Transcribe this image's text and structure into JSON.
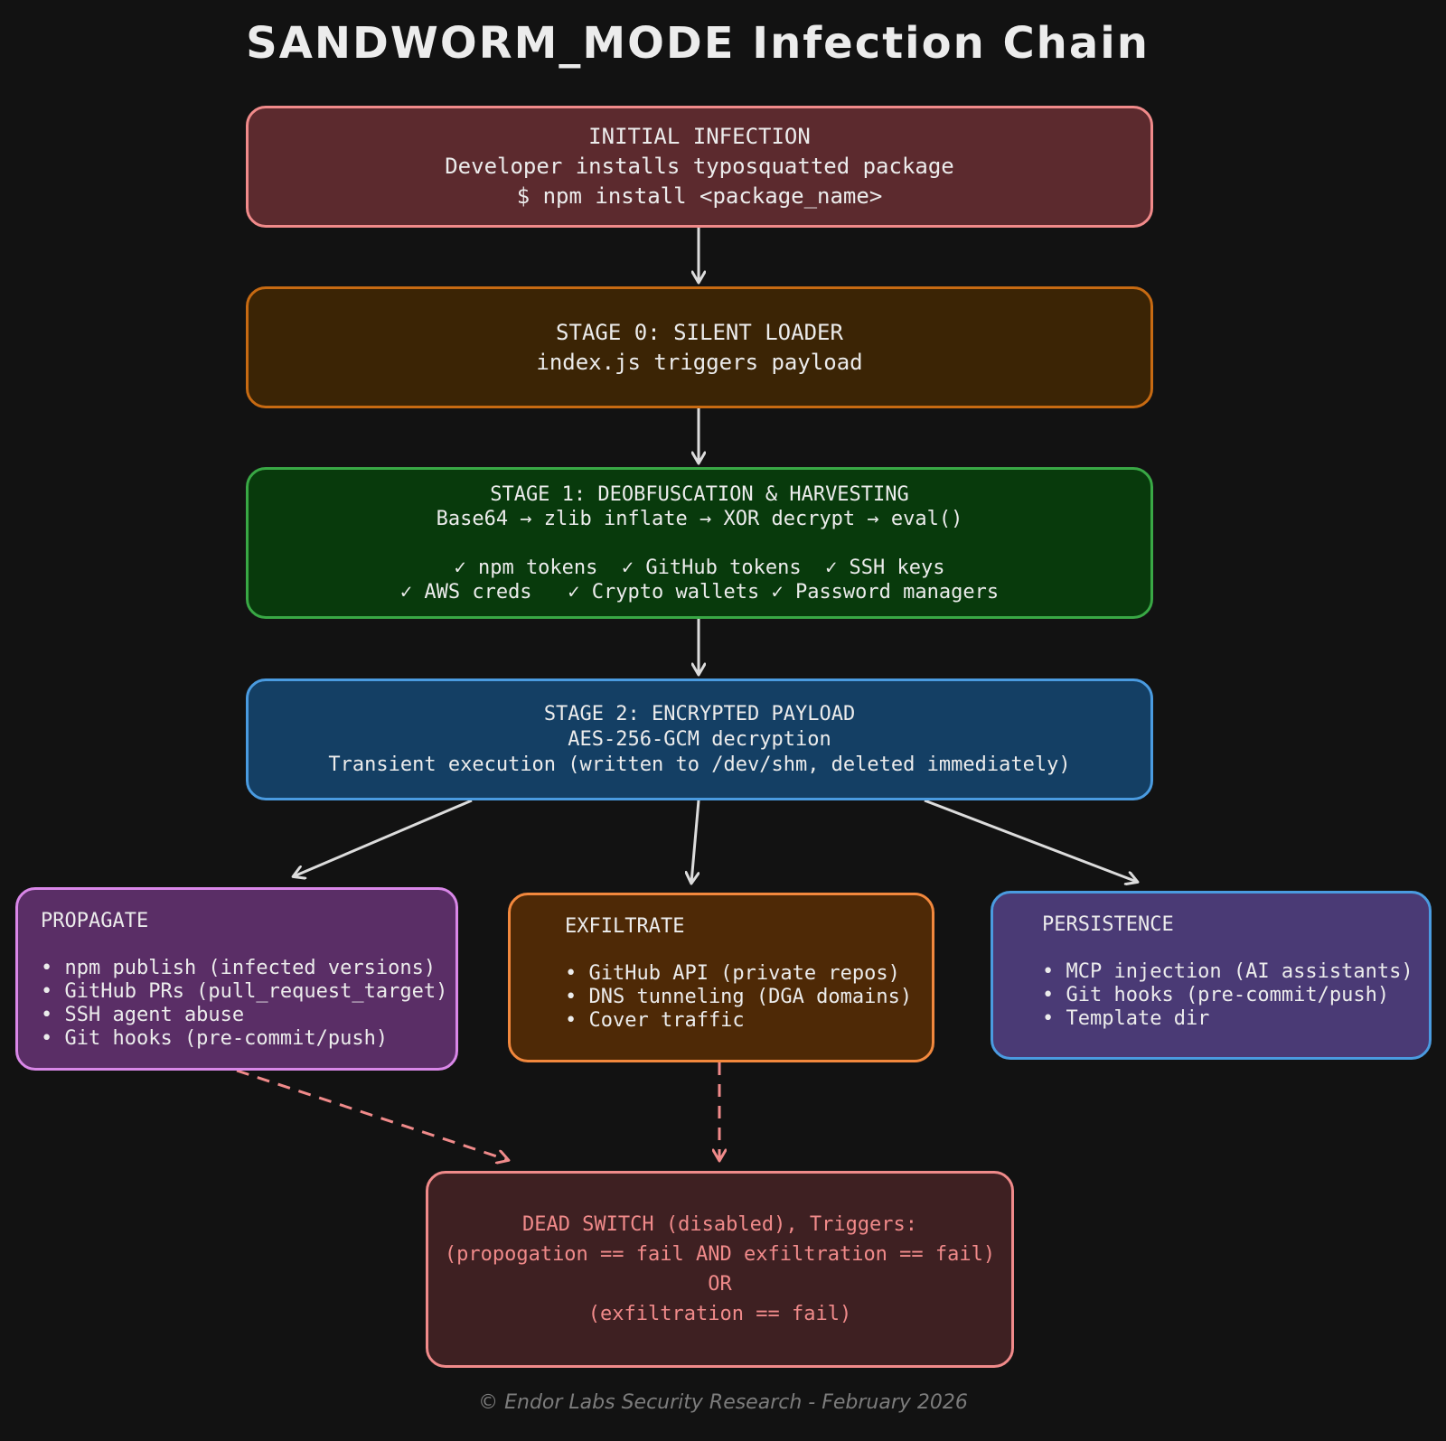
{
  "title": "SANDWORM_MODE Infection Chain",
  "initial": {
    "lines": [
      "INITIAL INFECTION",
      "Developer installs typosquatted package",
      "$ npm install <package_name>"
    ]
  },
  "stage0": {
    "lines": [
      "STAGE 0: SILENT LOADER",
      "index.js triggers payload"
    ]
  },
  "stage1": {
    "lines": [
      "STAGE 1: DEOBFUSCATION & HARVESTING",
      "Base64 → zlib inflate → XOR decrypt → eval()",
      "✓ npm tokens  ✓ GitHub tokens  ✓ SSH keys",
      "✓ AWS creds   ✓ Crypto wallets ✓ Password managers"
    ]
  },
  "stage2": {
    "lines": [
      "STAGE 2: ENCRYPTED PAYLOAD",
      "AES-256-GCM decryption",
      "Transient execution (written to /dev/shm, deleted immediately)"
    ]
  },
  "propagate": {
    "heading": "PROPAGATE",
    "items": [
      "• npm publish (infected versions)",
      "• GitHub PRs (pull_request_target)",
      "• SSH agent abuse",
      "• Git hooks (pre-commit/push)"
    ]
  },
  "exfiltrate": {
    "heading": "EXFILTRATE",
    "items": [
      "• GitHub API (private repos)",
      "• DNS tunneling (DGA domains)",
      "• Cover traffic"
    ]
  },
  "persistence": {
    "heading": "PERSISTENCE",
    "items": [
      "• MCP injection (AI assistants)",
      "• Git hooks (pre-commit/push)",
      "• Template dir"
    ]
  },
  "dead_switch": {
    "lines": [
      "DEAD SWITCH (disabled), Triggers:",
      "(propogation == fail AND exfiltration == fail)",
      "OR",
      "(exfiltration == fail)"
    ]
  },
  "footer": "© Endor Labs Security Research - February 2026",
  "colors": {
    "background": "#121212",
    "initial_fill": "#5c2a2e",
    "initial_border": "#f08a8a",
    "stage0_fill": "#3b2405",
    "stage0_border": "#c76a12",
    "stage1_fill": "#083a0c",
    "stage1_border": "#39a845",
    "stage2_fill": "#143f64",
    "stage2_border": "#4a9be0",
    "propagate_fill": "#5a2e66",
    "propagate_border": "#d987e8",
    "exfiltrate_fill": "#4e2906",
    "exfiltrate_border": "#f2883d",
    "persistence_fill": "#4a3a75",
    "persistence_border": "#4a9be0",
    "dead_fill": "#3e2022",
    "dead_border": "#f08a8a",
    "arrow": "#dcdcdc",
    "dashed_arrow": "#f08a8a"
  }
}
